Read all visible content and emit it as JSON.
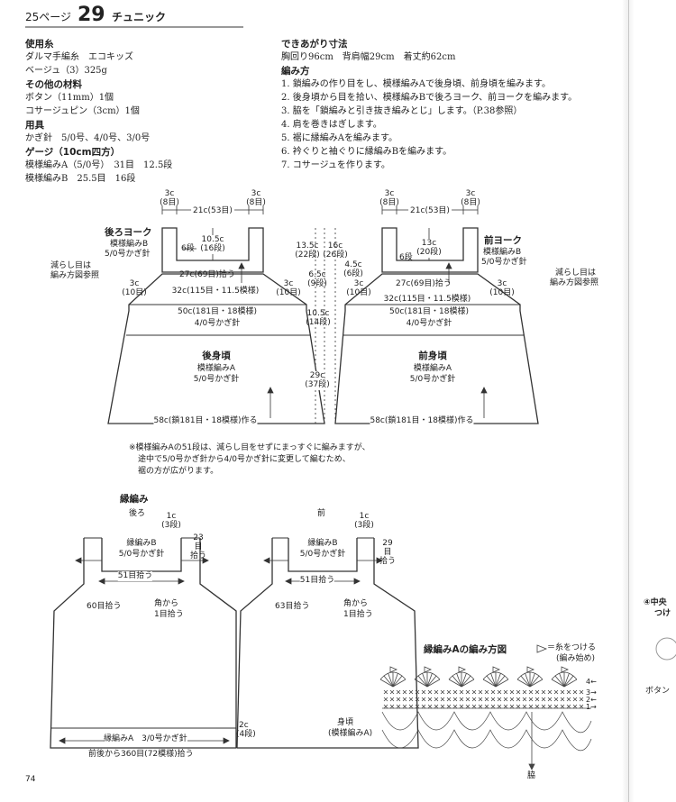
{
  "header": {
    "page_prefix": "25ページ",
    "number": "29",
    "title": "チュニック"
  },
  "materials": {
    "yarn_heading": "使用糸",
    "yarn_line1": "ダルマ手編糸　エコキッズ",
    "yarn_line2": "ベージュ（3）325g",
    "other_heading": "その他の材料",
    "other_line1": "ボタン（11mm）1個",
    "other_line2": "コサージュピン（3cm）1個",
    "tools_heading": "用具",
    "tools_line1": "かぎ針　5/0号、4/0号、3/0号",
    "gauge_heading": "ゲージ（10cm四方）",
    "gauge_line1": "模様編みA（5/0号）　31目　12.5段",
    "gauge_line2": "模様編みB　25.5目　16段"
  },
  "finished": {
    "heading": "できあがり寸法",
    "line1": "胸回り96cm　背肩幅29cm　着丈約62cm"
  },
  "method": {
    "heading": "編み方",
    "steps": [
      "1. 鎖編みの作り目をし、模様編みAで後身頃、前身頃を編みます。",
      "2. 後身頃から目を拾い、模様編みBで後ろヨーク、前ヨークを編みます。",
      "3. 脇を「鎖編みと引き抜き編みとじ」します。（P.38参照）",
      "4. 肩を巻きはぎします。",
      "5. 裾に縁編みAを編みます。",
      "6. 衿ぐりと袖ぐりに縁編みBを編みます。",
      "7. コサージュを作ります。"
    ]
  },
  "back": {
    "yoke_title": "後ろヨーク",
    "yoke_pattern": "模様編みB",
    "yoke_hook": "5/0号かぎ針",
    "strap_left": "3c",
    "strap_left_sub": "(8目)",
    "strap_right": "3c",
    "strap_right_sub": "(8目)",
    "top_width": "21c(53目)",
    "neck_depth": "10.5c",
    "neck_depth_sub": "(16段)",
    "rows6": "6段",
    "yoke_pickup": "27c(69目)拾う",
    "dec_note1": "減らし目は",
    "dec_note2": "編み方図参照",
    "side_left": "3c",
    "side_left_sub": "(10目)",
    "side_right": "3c",
    "side_right_sub": "(10目)",
    "upper_width": "32c(115目・11.5模様)",
    "chest_width": "50c(181目・18模様)",
    "chest_hook": "4/0号かぎ針",
    "body_title": "後身頃",
    "body_pattern": "模様編みA",
    "body_hook": "5/0号かぎ針",
    "hem_width": "58c(鎖181目・18模様)作る"
  },
  "middle": {
    "d1": "13.5c",
    "d1s": "(22段)",
    "d2": "16c",
    "d2s": "(26段)",
    "d3": "6.5c",
    "d3s": "(9段)",
    "d4": "4.5c",
    "d4s": "(6段)",
    "d5": "10.5c",
    "d5s": "(14段)",
    "d6": "29c",
    "d6s": "(37段)"
  },
  "front": {
    "yoke_title": "前ヨーク",
    "yoke_pattern": "模様編みB",
    "yoke_hook": "5/0号かぎ針",
    "strap_left": "3c",
    "strap_left_sub": "(8目)",
    "strap_right": "3c",
    "strap_right_sub": "(8目)",
    "top_width": "21c(53目)",
    "neck_depth": "13c",
    "neck_depth_sub": "(20段)",
    "rows6": "6段",
    "yoke_pickup": "27c(69目)拾う",
    "dec_note1": "減らし目は",
    "dec_note2": "編み方図参照",
    "side_left": "3c",
    "side_left_sub": "(10目)",
    "side_right": "3c",
    "side_right_sub": "(10目)",
    "upper_width": "32c(115目・11.5模様)",
    "chest_width": "50c(181目・18模様)",
    "chest_hook": "4/0号かぎ針",
    "body_title": "前身頃",
    "body_pattern": "模様編みA",
    "body_hook": "5/0号かぎ針",
    "hem_width": "58c(鎖181目・18模様)作る"
  },
  "note": {
    "line1": "※模様編みAの51段は、減らし目をせずにまっすぐに編みますが、",
    "line2": "途中で5/0号かぎ針から4/0号かぎ針に変更して編むため、",
    "line3": "裾の方が広がります。"
  },
  "edging": {
    "heading": "縁編み",
    "back_label": "後ろ",
    "front_label": "前",
    "back_strap": "1c",
    "back_strap_sub": "(3段)",
    "front_strap": "1c",
    "front_strap_sub": "(3段)",
    "back_b": "縁編みB",
    "back_b_hook": "5/0号かぎ針",
    "front_b": "縁編みB",
    "front_b_hook": "5/0号かぎ針",
    "back_pick23": "23",
    "back_pick23_sub": "目",
    "back_pick23_sub2": "拾う",
    "front_pick29": "29",
    "front_pick29_sub": "目",
    "front_pick29_sub2": "拾う",
    "back_51": "51目拾う",
    "front_51": "51目拾う",
    "back_60": "60目拾う",
    "front_63": "63目拾う",
    "back_corner1": "角から",
    "back_corner2": "1目拾う",
    "front_corner1": "角から",
    "front_corner2": "1目拾う",
    "hem_a": "縁編みA　3/0号かぎ針",
    "hem_2c": "2c",
    "hem_2c_sub": "(4段)",
    "hem_pickup": "前後から360目(72模様)拾う"
  },
  "chart": {
    "title": "縁編みAの編み方図",
    "legend": "＝糸をつける",
    "legend_sub": "(編み始め)",
    "rows": [
      "4←",
      "3→",
      "2←",
      "1→"
    ],
    "body_label1": "身頃",
    "body_label2": "(模様編みA)",
    "side_label": "脇"
  },
  "page_number": "74",
  "next_page": {
    "step": "④中央",
    "step2": "つけ",
    "button": "ボタン"
  }
}
